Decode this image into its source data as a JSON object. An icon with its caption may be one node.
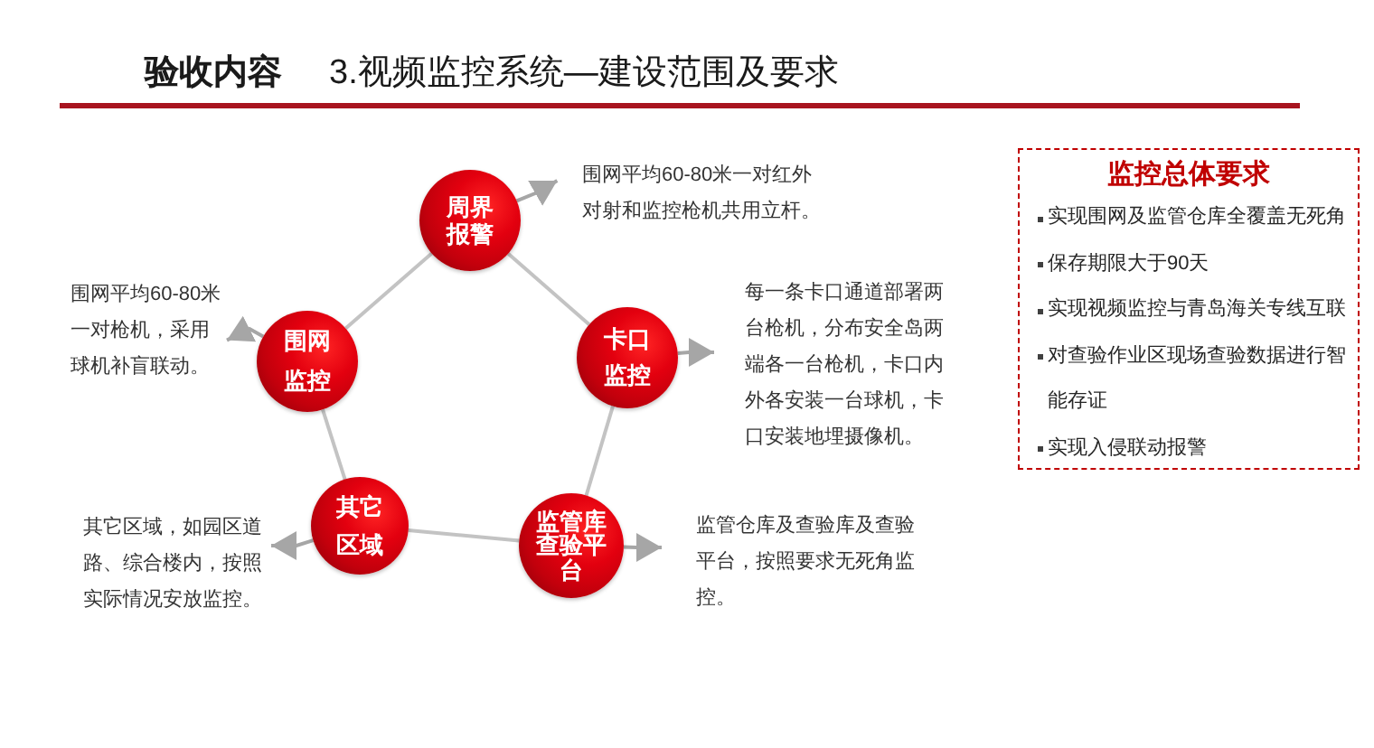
{
  "diagram": {
    "title": "3.视频监控系统—建设范围及要求",
    "nodes": [
      {
        "text": [
          "周界报警"
        ]
      },
      {
        "text": [
          "围网平均60-80米一对红外对射和监控枪机共用立杆。"
        ]
      },
      {
        "text": [
          "围网监控"
        ]
      },
      {
        "text": [
          "围网平均60-80米一对枪机，采用球机补盲联动。"
        ]
      },
      {
        "text": [
          "卡口监控"
        ]
      },
      {
        "text": [
          "每一条卡口通道部署两台枪机，分布安全岛两端各一台枪机，卡口内外各安装一台球机，卡口安装地埋摄像机。"
        ]
      },
      {
        "text": [
          "其它区域"
        ]
      },
      {
        "text": [
          "其它区域，如园区道路、综合楼内，按照实际情况安放监控。"
        ]
      },
      {
        "text": [
          "监管库查验平台"
        ]
      },
      {
        "text": [
          "监管仓库及查验库及查验平台，按照要求无死角监控。"
        ]
      },
      {
        "text": [
          "监控总体要求",
          "实现围网及监管仓库全覆盖无死角",
          "保存期限大于90天",
          "实现视频监控与青岛海关专线互联",
          "对查验作业区现场查验数据进行智能存证",
          "实现入侵联动报警"
        ]
      }
    ],
    "edges": [
      {
        "from": 0,
        "to": 4,
        "arrow": "none"
      },
      {
        "from": 4,
        "to": 8,
        "arrow": "none"
      },
      {
        "from": 8,
        "to": 6,
        "arrow": "none"
      },
      {
        "from": 6,
        "to": 2,
        "arrow": "none"
      },
      {
        "from": 2,
        "to": 0,
        "arrow": "none"
      },
      {
        "from": 0,
        "to": 1,
        "arrow": "to"
      },
      {
        "from": 2,
        "to": 3,
        "arrow": "to"
      },
      {
        "from": 4,
        "to": 5,
        "arrow": "to"
      },
      {
        "from": 6,
        "to": 7,
        "arrow": "to"
      },
      {
        "from": 8,
        "to": 9,
        "arrow": "to"
      }
    ],
    "labels": [
      "验收内容"
    ]
  }
}
